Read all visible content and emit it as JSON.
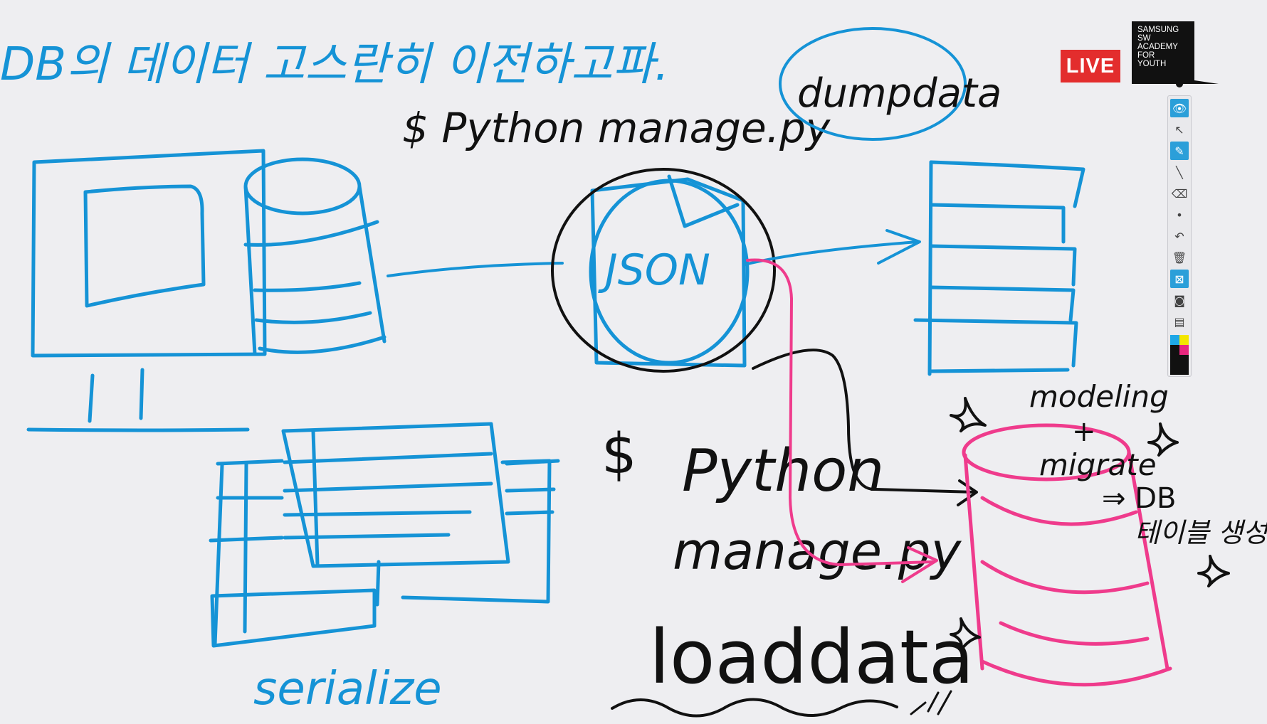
{
  "whiteboard": {
    "heading": "DB의 데이터 고스란히 이전하고파.",
    "dump_command": "$ Python manage.py",
    "dump_keyword": "dumpdata",
    "json_label": "JSON",
    "serialize_label": "serialize",
    "load_dollar": "$",
    "load_python": "Python",
    "load_manage": "manage.py",
    "load_keyword": "loaddata",
    "modeling_label": "modeling",
    "plus_label": "+",
    "migrate_label": "migrate",
    "arrow_db_label": "⇒ DB",
    "table_create_label": "테이블 생성",
    "colors": {
      "blue": "#1593d6",
      "pink": "#ef3b8c",
      "black": "#111111"
    }
  },
  "overlay": {
    "live_label": "LIVE",
    "logo_lines": [
      "SAMSUNG",
      "SW",
      "ACADEMY",
      "FOR",
      "YOUTH"
    ]
  },
  "toolbar": {
    "tools": [
      {
        "icon": "eye-icon",
        "glyph": "👁",
        "active": true
      },
      {
        "icon": "cursor-icon",
        "glyph": "↖",
        "active": false
      },
      {
        "icon": "highlighter-icon",
        "glyph": "✎",
        "active": true
      },
      {
        "icon": "line-icon",
        "glyph": "╲",
        "active": false
      },
      {
        "icon": "eraser-icon",
        "glyph": "⌫",
        "active": false
      },
      {
        "icon": "dot-icon",
        "glyph": "•",
        "active": false
      },
      {
        "icon": "undo-icon",
        "glyph": "↶",
        "active": false
      },
      {
        "icon": "trash-icon",
        "glyph": "🗑",
        "active": false
      },
      {
        "icon": "clear-icon",
        "glyph": "⊠",
        "active": true
      },
      {
        "icon": "camera-icon",
        "glyph": "◙",
        "active": false
      },
      {
        "icon": "clipboard-icon",
        "glyph": "▤",
        "active": false
      }
    ],
    "palette": [
      "#1ea7e6",
      "#f3e600",
      "#111111",
      "#e8267f"
    ]
  }
}
